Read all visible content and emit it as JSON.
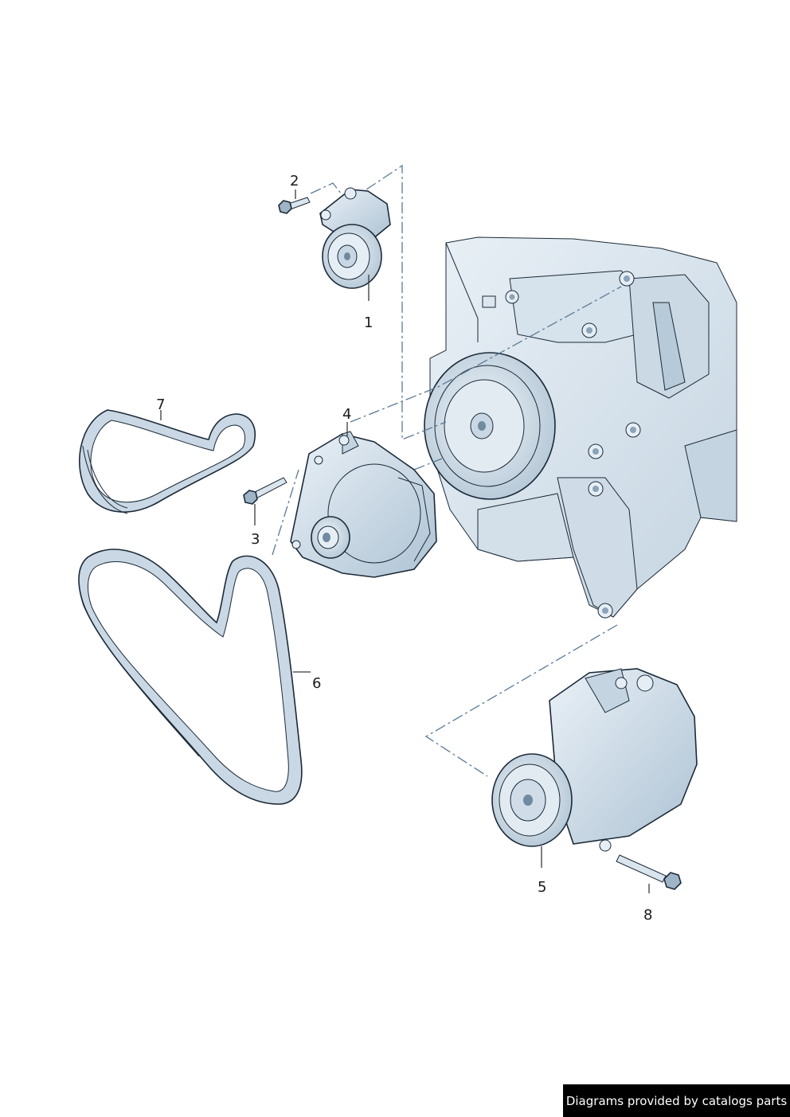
{
  "callouts": {
    "p1": "1",
    "p2": "2",
    "p3": "3",
    "p4": "4",
    "p5": "5",
    "p6": "6",
    "p7": "7",
    "p8": "8"
  },
  "watermark": "Diagrams provided by catalogs parts",
  "colors": {
    "part_fill": "#dde7ef",
    "part_shade": "#b9cbd9",
    "line": "#1c2a38",
    "dash": "#5a7a96"
  }
}
